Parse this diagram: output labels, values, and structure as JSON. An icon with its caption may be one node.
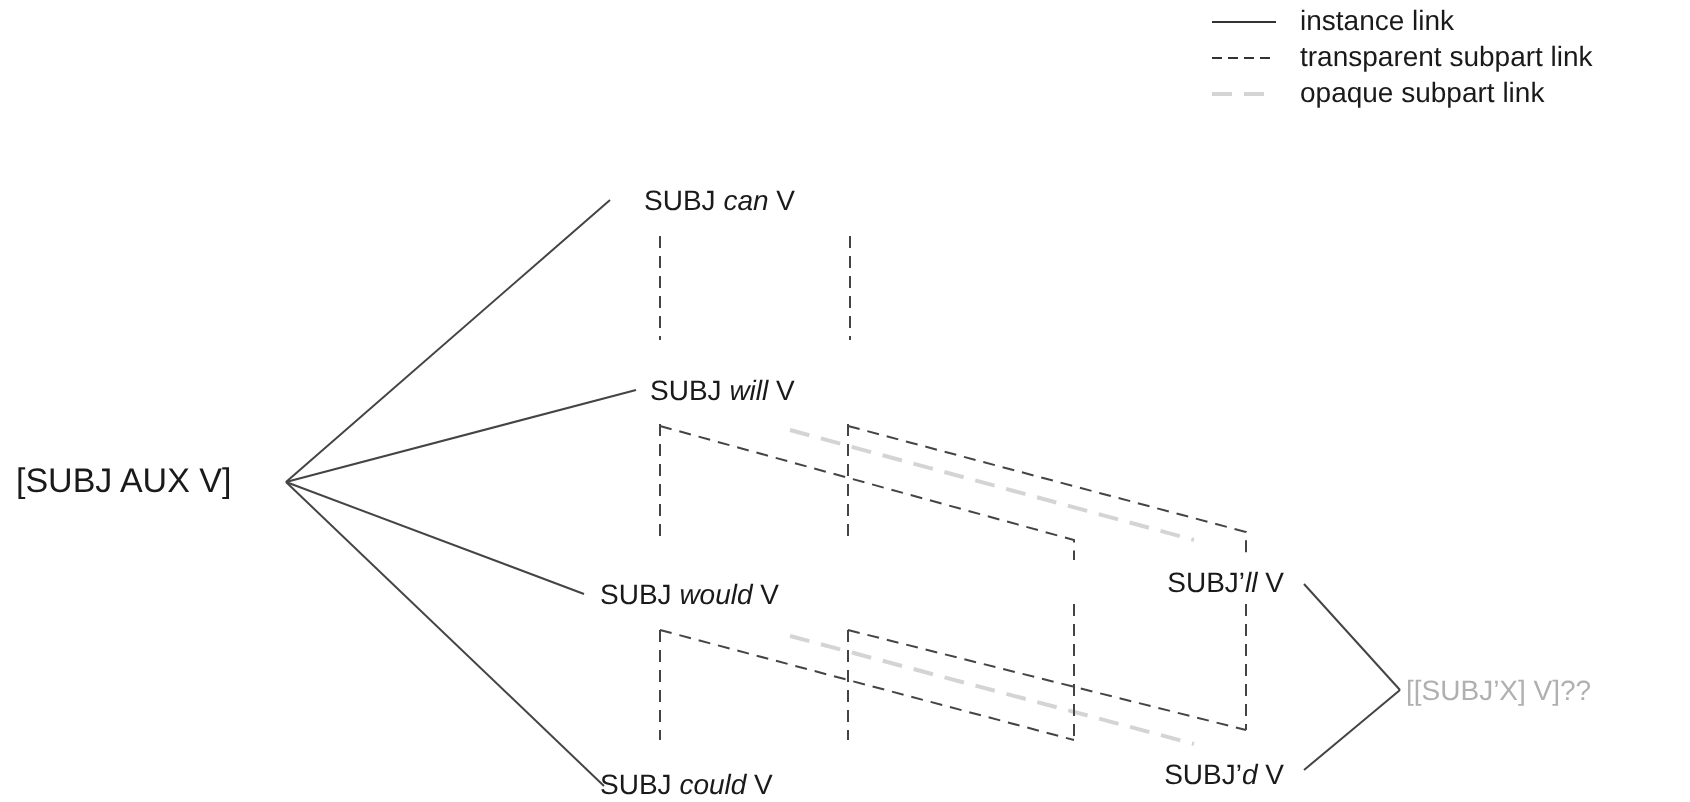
{
  "diagram": {
    "nodes": [
      {
        "text": [
          "[SUBJ AUX V]"
        ]
      },
      {
        "text": [
          "SUBJ *can* V"
        ]
      },
      {
        "text": [
          "SUBJ *will* V"
        ]
      },
      {
        "text": [
          "SUBJ *would* V"
        ]
      },
      {
        "text": [
          "SUBJ *could* V"
        ]
      },
      {
        "text": [
          "SUBJ’*ll* V"
        ]
      },
      {
        "text": [
          "SUBJ’*d* V"
        ]
      },
      {
        "text": [
          "[[SUBJ’X] V]??"
        ]
      }
    ],
    "edges": [
      {
        "from": 0,
        "to": 1,
        "arrow": "none"
      },
      {
        "from": 0,
        "to": 2,
        "arrow": "none"
      },
      {
        "from": 0,
        "to": 3,
        "arrow": "none"
      },
      {
        "from": 0,
        "to": 4,
        "arrow": "none"
      },
      {
        "from": 1,
        "to": 2,
        "arrow": "none",
        "style": "dashed"
      },
      {
        "from": 1,
        "to": 2,
        "arrow": "none",
        "style": "dashed"
      },
      {
        "from": 2,
        "to": 3,
        "arrow": "none",
        "style": "dashed"
      },
      {
        "from": 2,
        "to": 3,
        "arrow": "none",
        "style": "dashed"
      },
      {
        "from": 3,
        "to": 4,
        "arrow": "none",
        "style": "dashed"
      },
      {
        "from": 3,
        "to": 4,
        "arrow": "none",
        "style": "dashed"
      },
      {
        "from": 2,
        "to": 5,
        "arrow": "none",
        "style": "dashed"
      },
      {
        "from": 2,
        "to": 5,
        "arrow": "none",
        "style": "dashed"
      },
      {
        "from": 3,
        "to": 6,
        "arrow": "none",
        "style": "dashed"
      },
      {
        "from": 3,
        "to": 6,
        "arrow": "none",
        "style": "dashed"
      },
      {
        "from": 2,
        "to": 5,
        "arrow": "none",
        "style": "dashed",
        "color": "#d4d4d4"
      },
      {
        "from": 3,
        "to": 6,
        "arrow": "none",
        "style": "dashed",
        "color": "#d4d4d4"
      },
      {
        "from": 5,
        "to": 7,
        "arrow": "none"
      },
      {
        "from": 6,
        "to": 7,
        "arrow": "none"
      },
      {
        "from": 5,
        "to": 6,
        "arrow": "none",
        "style": "dashed"
      },
      {
        "from": 5,
        "to": 6,
        "arrow": "none",
        "style": "dashed"
      }
    ],
    "legend": [
      {
        "text": "instance link"
      },
      {
        "text": "transparent subpart link"
      },
      {
        "text": "opaque subpart link"
      }
    ]
  }
}
